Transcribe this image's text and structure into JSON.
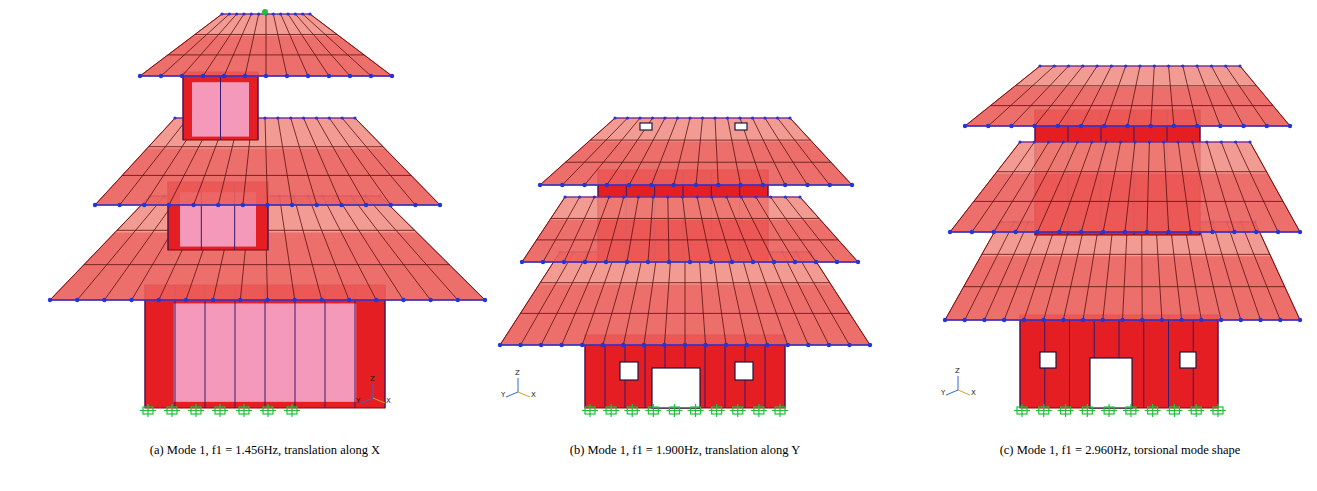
{
  "diagram": {
    "labels": [
      "(a) Mode 1, f1 = 1.456Hz, translation along X",
      "(b) Mode 1, f1 = 1.900Hz, translation along Y",
      "(c) Mode 1, f1 = 2.960Hz, torsional mode shape",
      "Z",
      "Y",
      "X",
      "Z",
      "Y",
      "X",
      "Z",
      "Y",
      "X"
    ]
  }
}
